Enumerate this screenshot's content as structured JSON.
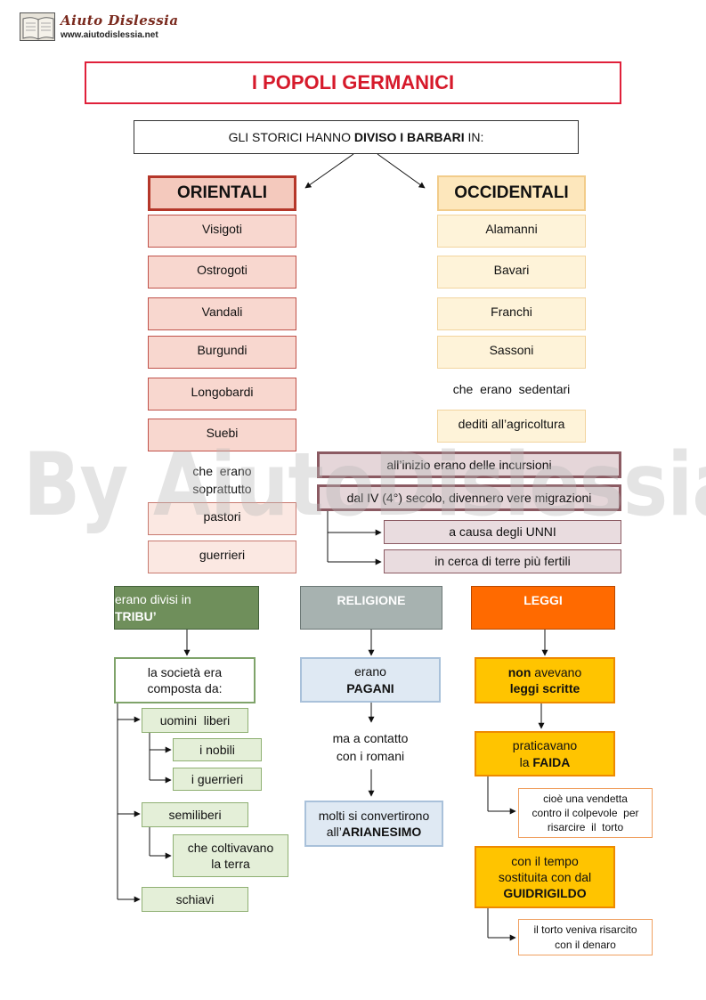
{
  "header": {
    "logo_title": "Aiuto Dislessia",
    "logo_url": "www.aiutodislessia.net"
  },
  "title": "I POPOLI GERMANICI",
  "intro": {
    "text_before": "GLI STORICI HANNO ",
    "text_bold": "DIVISO I BARBARI",
    "text_after": " IN:"
  },
  "orientali": {
    "heading": "ORIENTALI",
    "peoples": [
      "Visigoti",
      "Ostrogoti",
      "Vandali",
      "Burgundi",
      "Longobardi",
      "Suebi"
    ],
    "note_line1": "che  erano",
    "note_line2": "soprattutto",
    "traits": [
      "pastori",
      "guerrieri"
    ]
  },
  "occidentali": {
    "heading": "OCCIDENTALI",
    "peoples": [
      "Alamanni",
      "Bavari",
      "Franchi",
      "Sassoni"
    ],
    "note": "che  erano  sedentari",
    "trait": "dediti all’agricoltura"
  },
  "migrations": {
    "incursions": "all’inizio erano delle incursioni",
    "migrations": "dal IV (4°) secolo, divennero vere migrazioni",
    "cause_unni": "a causa degli UNNI",
    "cause_lands": "in cerca di terre più fertili"
  },
  "society": {
    "head_line1": "erano divisi in",
    "head_line2": "TRIBU’",
    "composed_line1": "la società era",
    "composed_line2": "composta da:",
    "uomini_liberi": "uomini  liberi",
    "nobili": "i nobili",
    "guerrieri": "i guerrieri",
    "semiliberi": "semiliberi",
    "coltivavano_line1": "che coltivavano",
    "coltivavano_line2": "la terra",
    "schiavi": "schiavi"
  },
  "religion": {
    "head": "RELIGIONE",
    "pagani_line1": "erano",
    "pagani_line2": "PAGANI",
    "contact_line1": "ma a contatto",
    "contact_line2": "con i romani",
    "convert_line1": "molti si convertirono",
    "convert_line2_prefix": "all’",
    "convert_line2_bold": "ARIANESIMO"
  },
  "laws": {
    "head": "LEGGI",
    "no_laws_bold1": "non",
    "no_laws_rest1": " avevano",
    "no_laws_line2": "leggi scritte",
    "faida_line1": "praticavano",
    "faida_line2_prefix": "la ",
    "faida_line2_bold": "FAIDA",
    "faida_def_line1": "cioè una vendetta",
    "faida_def_line2": "contro il colpevole  per",
    "faida_def_line3": "risarcire  il  torto",
    "guidri_line1": "con il tempo",
    "guidri_line2": "sostituita con dal",
    "guidri_line3": "GUIDRIGILDO",
    "guidri_def_line1": "il torto veniva risarcito",
    "guidri_def_line2": "con il denaro"
  },
  "watermark": "By AiutoDislessia.net",
  "colors": {
    "title_red": "#d61a2b",
    "orientali": "#f4c9bd",
    "occidentali": "#fde7bc",
    "migrations": "#e5d6d9",
    "tribu": "#6f8f5b",
    "religione": "#a7b2b0",
    "leggi": "#ff6a00",
    "yellow": "#ffc400"
  }
}
